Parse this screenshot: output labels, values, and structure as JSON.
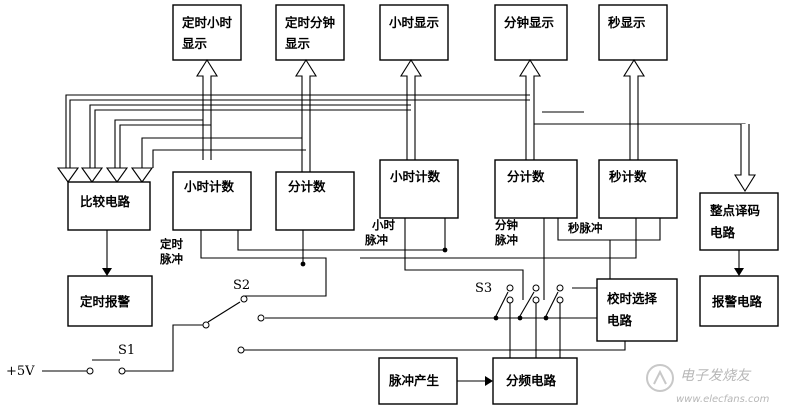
{
  "blocks": {
    "timer_hour_display": [
      "定时小时",
      "显示"
    ],
    "timer_min_display": [
      "定时分钟",
      "显示"
    ],
    "hour_display": "小时显示",
    "min_display": "分钟显示",
    "sec_display": "秒显示",
    "compare": "比较电路",
    "timer_hour_count": "小时计数",
    "timer_min_count": "分计数",
    "hour_count": "小时计数",
    "min_count": "分计数",
    "sec_count": "秒计数",
    "chime_decode": [
      "整点译码",
      "电路"
    ],
    "timer_alarm": "定时报警",
    "time_select": [
      "校时选择",
      "电路"
    ],
    "alarm_circuit": "报警电路",
    "pulse_gen": "脉冲产生",
    "divider": "分频电路"
  },
  "signals": {
    "timer_pulse": [
      "定时",
      "脉冲"
    ],
    "hour_pulse": [
      "小时",
      "脉冲"
    ],
    "min_pulse": [
      "分钟",
      "脉冲"
    ],
    "sec_pulse": "秒脉冲"
  },
  "switches": {
    "s1": "S1",
    "s2": "S2",
    "s3": "S3"
  },
  "supply": "+5V",
  "watermark": "电子发烧友",
  "watermark_url": "www.elecfans.com"
}
